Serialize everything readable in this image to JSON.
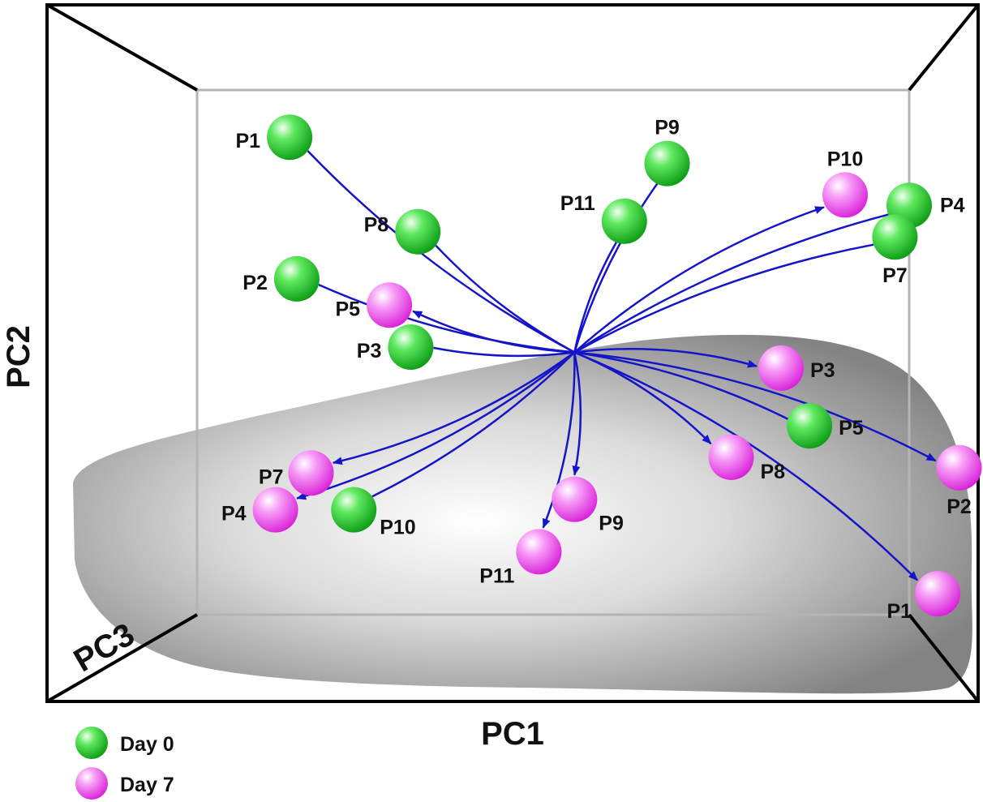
{
  "chart_data": {
    "type": "scatter",
    "projection": "3d",
    "axes": {
      "x": "PC1",
      "y": "PC2",
      "z": "PC3"
    },
    "hub": {
      "x": 0.53,
      "y": 0.5
    },
    "colors": {
      "day0": "#14c81e",
      "day7": "#f03cf0",
      "arrow": "#1414c8",
      "shaded_region": "#8a8a8a"
    },
    "legend": [
      {
        "label": "Day 0",
        "series": "day0"
      },
      {
        "label": "Day 7",
        "series": "day7"
      }
    ],
    "series": [
      {
        "name": "Day 0",
        "key": "day0",
        "points": [
          {
            "label": "P1",
            "x": 0.13,
            "y": 0.91
          },
          {
            "label": "P2",
            "x": 0.14,
            "y": 0.64
          },
          {
            "label": "P3",
            "x": 0.3,
            "y": 0.51
          },
          {
            "label": "P4",
            "x": 1.0,
            "y": 0.78
          },
          {
            "label": "P5",
            "x": 0.86,
            "y": 0.36
          },
          {
            "label": "P7",
            "x": 0.98,
            "y": 0.72
          },
          {
            "label": "P8",
            "x": 0.31,
            "y": 0.73
          },
          {
            "label": "P9",
            "x": 0.66,
            "y": 0.86
          },
          {
            "label": "P10",
            "x": 0.22,
            "y": 0.2
          },
          {
            "label": "P11",
            "x": 0.6,
            "y": 0.75
          }
        ]
      },
      {
        "name": "Day 7",
        "key": "day7",
        "points": [
          {
            "label": "P1",
            "x": 1.04,
            "y": 0.04
          },
          {
            "label": "P2",
            "x": 1.07,
            "y": 0.28
          },
          {
            "label": "P3",
            "x": 0.82,
            "y": 0.47
          },
          {
            "label": "P4",
            "x": 0.11,
            "y": 0.2
          },
          {
            "label": "P5",
            "x": 0.27,
            "y": 0.59
          },
          {
            "label": "P7",
            "x": 0.16,
            "y": 0.27
          },
          {
            "label": "P8",
            "x": 0.75,
            "y": 0.3
          },
          {
            "label": "P9",
            "x": 0.53,
            "y": 0.22
          },
          {
            "label": "P10",
            "x": 0.91,
            "y": 0.8
          },
          {
            "label": "P11",
            "x": 0.48,
            "y": 0.12
          }
        ]
      }
    ]
  }
}
